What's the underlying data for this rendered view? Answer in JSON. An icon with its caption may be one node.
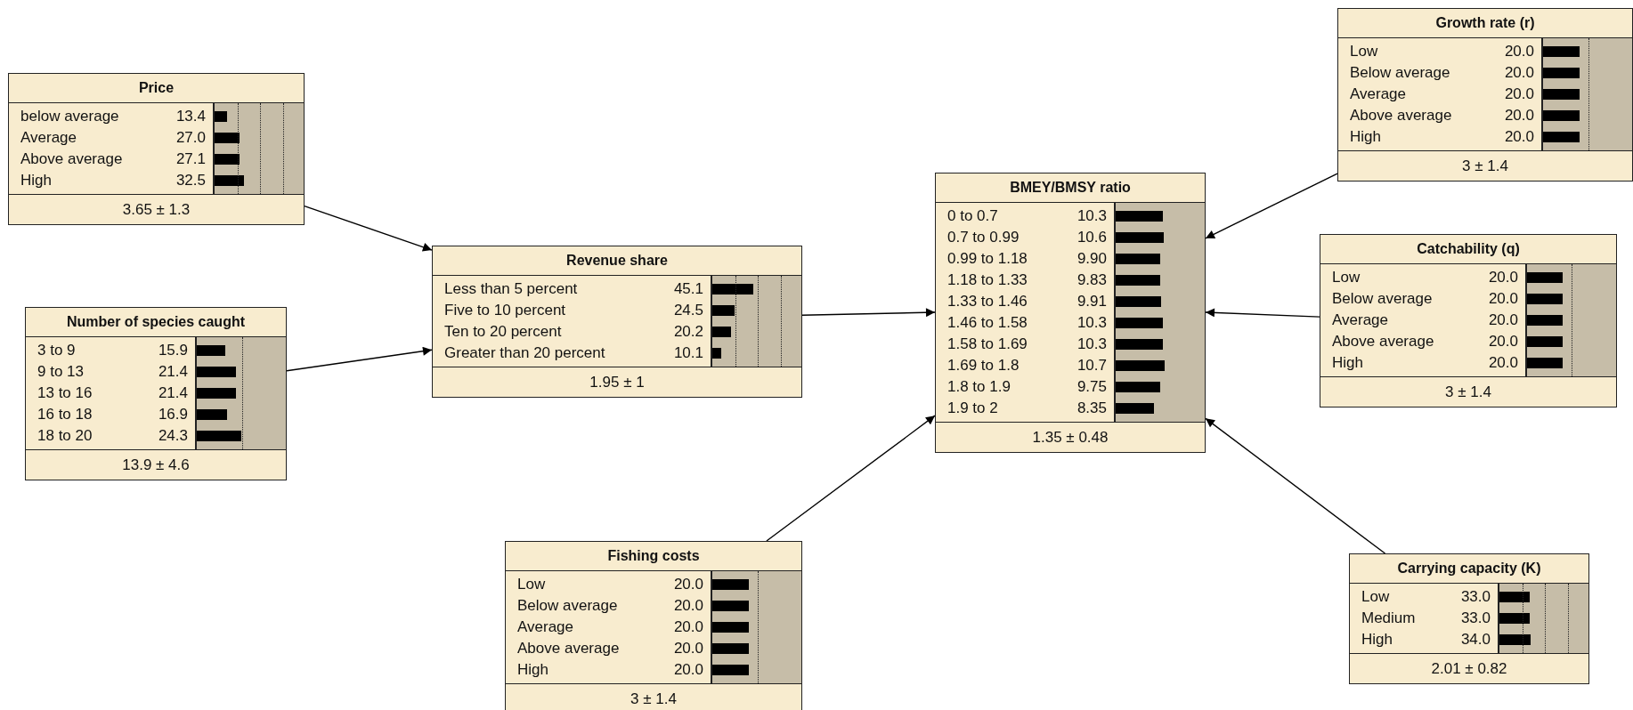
{
  "diagram": {
    "nodes": [
      {
        "text": [
          "Price",
          "below average",
          "13.4",
          "Average",
          "27.0",
          "Above average",
          "27.1",
          "High",
          "32.5",
          "3.65 ± 1.3"
        ]
      },
      {
        "text": [
          "Number of species caught",
          "3 to 9",
          "15.9",
          "9 to 13",
          "21.4",
          "13 to 16",
          "21.4",
          "16 to 18",
          "16.9",
          "18 to 20",
          "24.3",
          "13.9 ± 4.6"
        ]
      },
      {
        "text": [
          "Revenue share",
          "Less than 5 percent",
          "45.1",
          "Five to 10 percent",
          "24.5",
          "Ten to 20 percent",
          "20.2",
          "Greater than 20 percent",
          "10.1",
          "1.95 ± 1"
        ]
      },
      {
        "text": [
          "Fishing costs",
          "Low",
          "20.0",
          "Below average",
          "20.0",
          "Average",
          "20.0",
          "Above average",
          "20.0",
          "High",
          "20.0",
          "3 ± 1.4"
        ]
      },
      {
        "text": [
          "BMEY/BMSY ratio",
          "0 to 0.7",
          "10.3",
          "0.7 to 0.99",
          "10.6",
          "0.99 to 1.18",
          "9.90",
          "1.18 to 1.33",
          "9.83",
          "1.33 to 1.46",
          "9.91",
          "1.46 to 1.58",
          "10.3",
          "1.58 to 1.69",
          "10.3",
          "1.69 to 1.8",
          "10.7",
          "1.8 to 1.9",
          "9.75",
          "1.9 to 2",
          "8.35",
          "1.35 ± 0.48"
        ]
      },
      {
        "text": [
          "Growth rate (r)",
          "Low",
          "20.0",
          "Below average",
          "20.0",
          "Average",
          "20.0",
          "Above average",
          "20.0",
          "High",
          "20.0",
          "3 ± 1.4"
        ]
      },
      {
        "text": [
          "Catchability (q)",
          "Low",
          "20.0",
          "Below average",
          "20.0",
          "Average",
          "20.0",
          "Above average",
          "20.0",
          "High",
          "20.0",
          "3 ± 1.4"
        ]
      },
      {
        "text": [
          "Carrying capacity (K)",
          "Low",
          "33.0",
          "Medium",
          "33.0",
          "High",
          "34.0",
          "2.01 ± 0.82"
        ]
      }
    ],
    "edges": [
      {
        "from": 0,
        "to": 2,
        "arrow": "to"
      },
      {
        "from": 1,
        "to": 2,
        "arrow": "to"
      },
      {
        "from": 2,
        "to": 4,
        "arrow": "to"
      },
      {
        "from": 3,
        "to": 4,
        "arrow": "to"
      },
      {
        "from": 5,
        "to": 4,
        "arrow": "to"
      },
      {
        "from": 6,
        "to": 4,
        "arrow": "to"
      },
      {
        "from": 7,
        "to": 4,
        "arrow": "to"
      }
    ]
  }
}
